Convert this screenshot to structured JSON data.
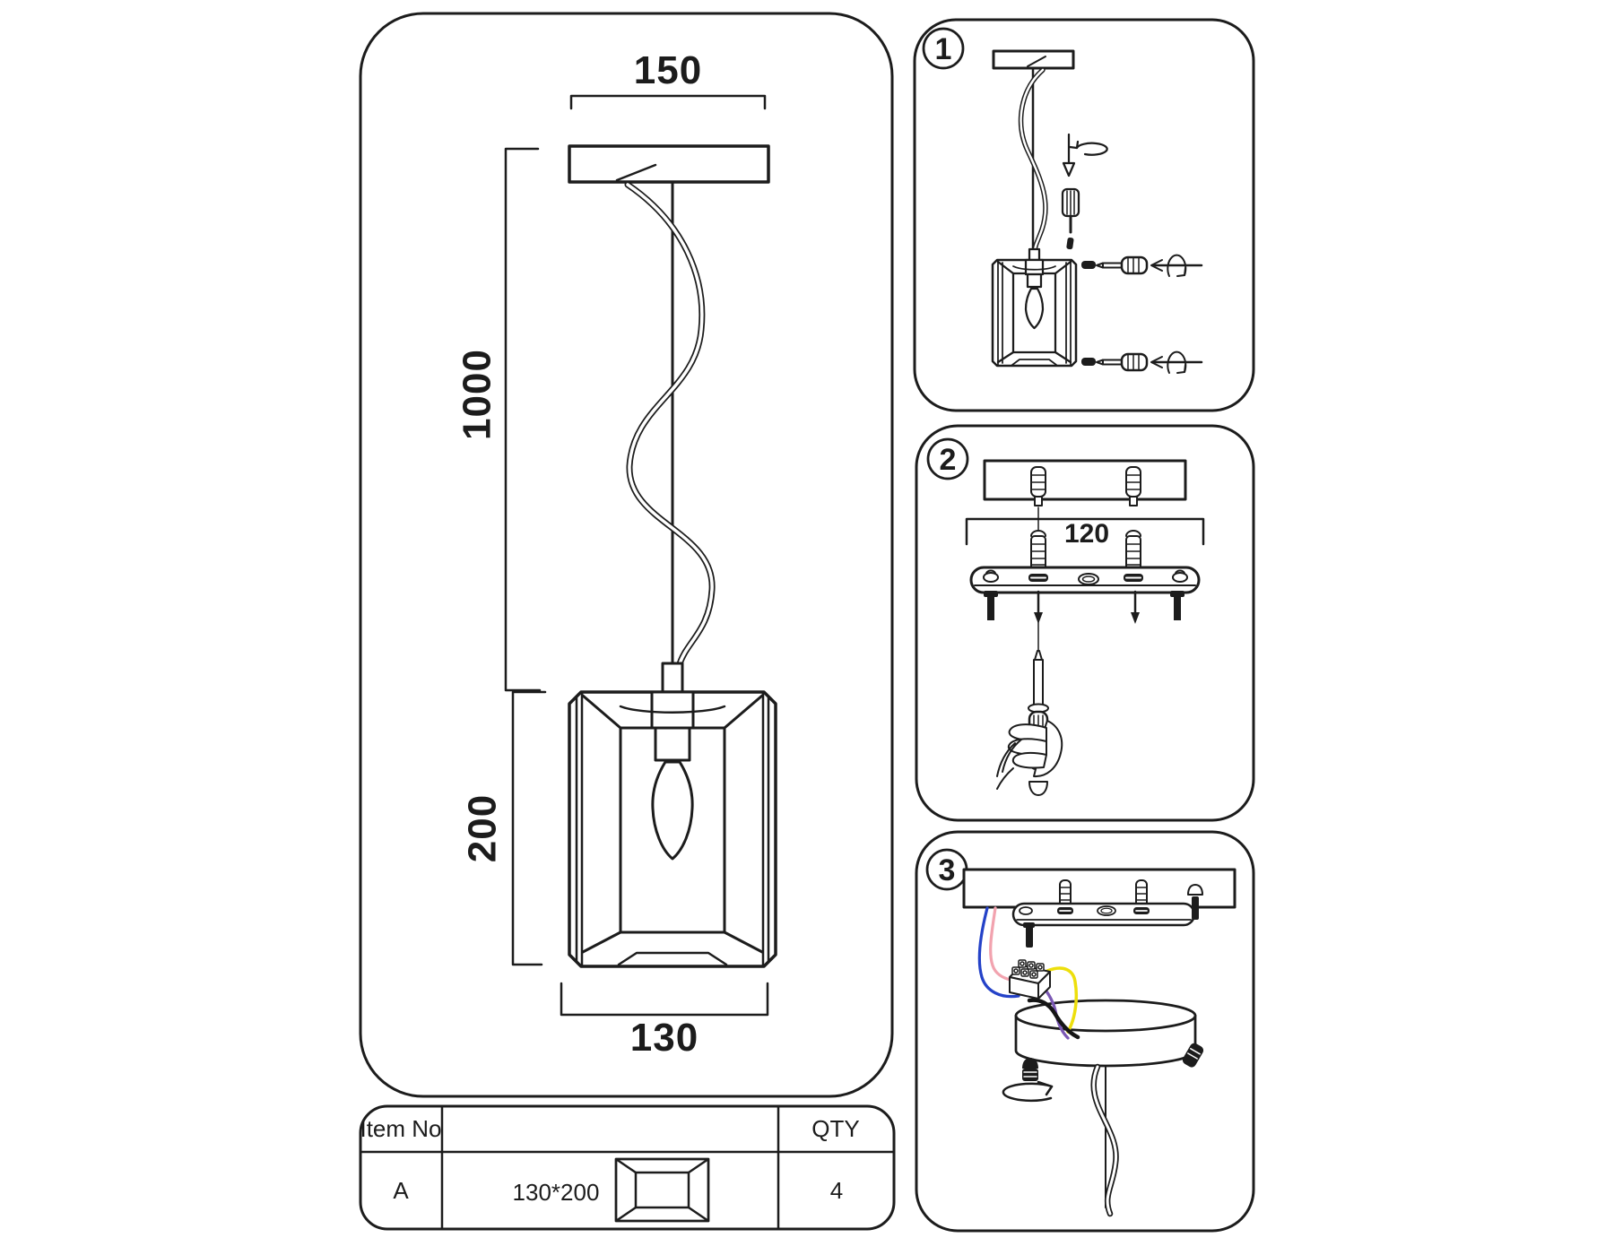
{
  "overview": {
    "canopy_width": "150",
    "cable_length": "1000",
    "shade_height": "200",
    "shade_width": "130"
  },
  "spec_table": {
    "item_no_header": "Item No",
    "qty_header": "QTY",
    "row": {
      "item": "A",
      "size": "130*200",
      "qty": "4"
    }
  },
  "steps": {
    "one": {
      "number": "1"
    },
    "two": {
      "number": "2",
      "mount_spacing": "120"
    },
    "three": {
      "number": "3"
    }
  },
  "colors": {
    "line": "#1c1c1c",
    "wire_blue": "#2442c8",
    "wire_pink": "#f2a3af",
    "wire_yellow": "#eddf0c",
    "wire_purple": "#7b58b4",
    "wire_black": "#151515"
  }
}
